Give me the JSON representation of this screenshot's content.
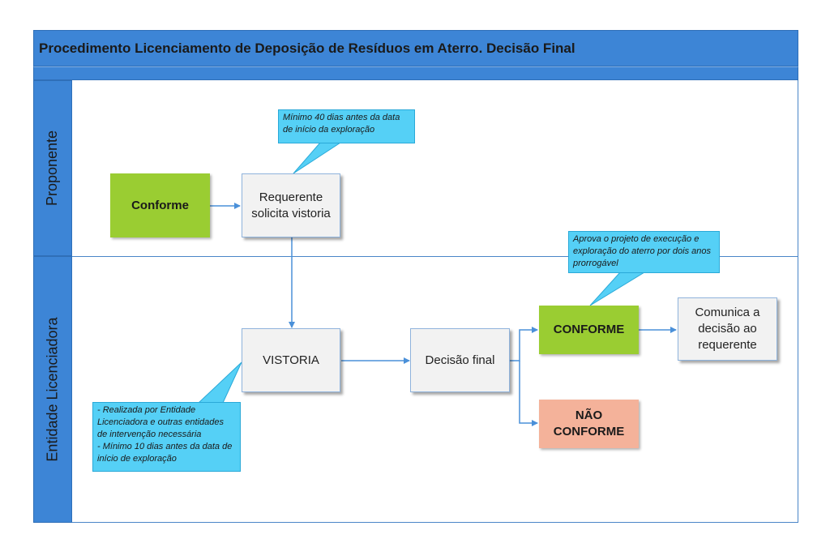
{
  "title": "Procedimento Licenciamento de Deposição de Resíduos em Aterro. Decisão Final",
  "lanes": {
    "proponente": "Proponente",
    "entidade": "Entidade Licenciadora"
  },
  "nodes": {
    "conforme_start": "Conforme",
    "requerente": "Requerente solicita vistoria",
    "vistoria": "VISTORIA",
    "decisao": "Decisão final",
    "conforme_out": "CONFORME",
    "nao_conforme": "NÃO CONFORME",
    "comunica": "Comunica a decisão ao requerente"
  },
  "notes": {
    "note1": "Mínimo 40 dias antes da data de início da exploração",
    "note2": "Aprova o projeto de execução e exploração do aterro por dois anos prorrogável",
    "note3_line1": "- Realizada por Entidade Licenciadora e outras entidades de intervenção necessária",
    "note3_line2": "- Mínimo 10 dias antes da data de início de exploração"
  },
  "colors": {
    "header": "#3d85d6",
    "green": "#9acd32",
    "salmon": "#f4b29a",
    "note": "#55d0f6",
    "connector": "#4a90d9"
  }
}
